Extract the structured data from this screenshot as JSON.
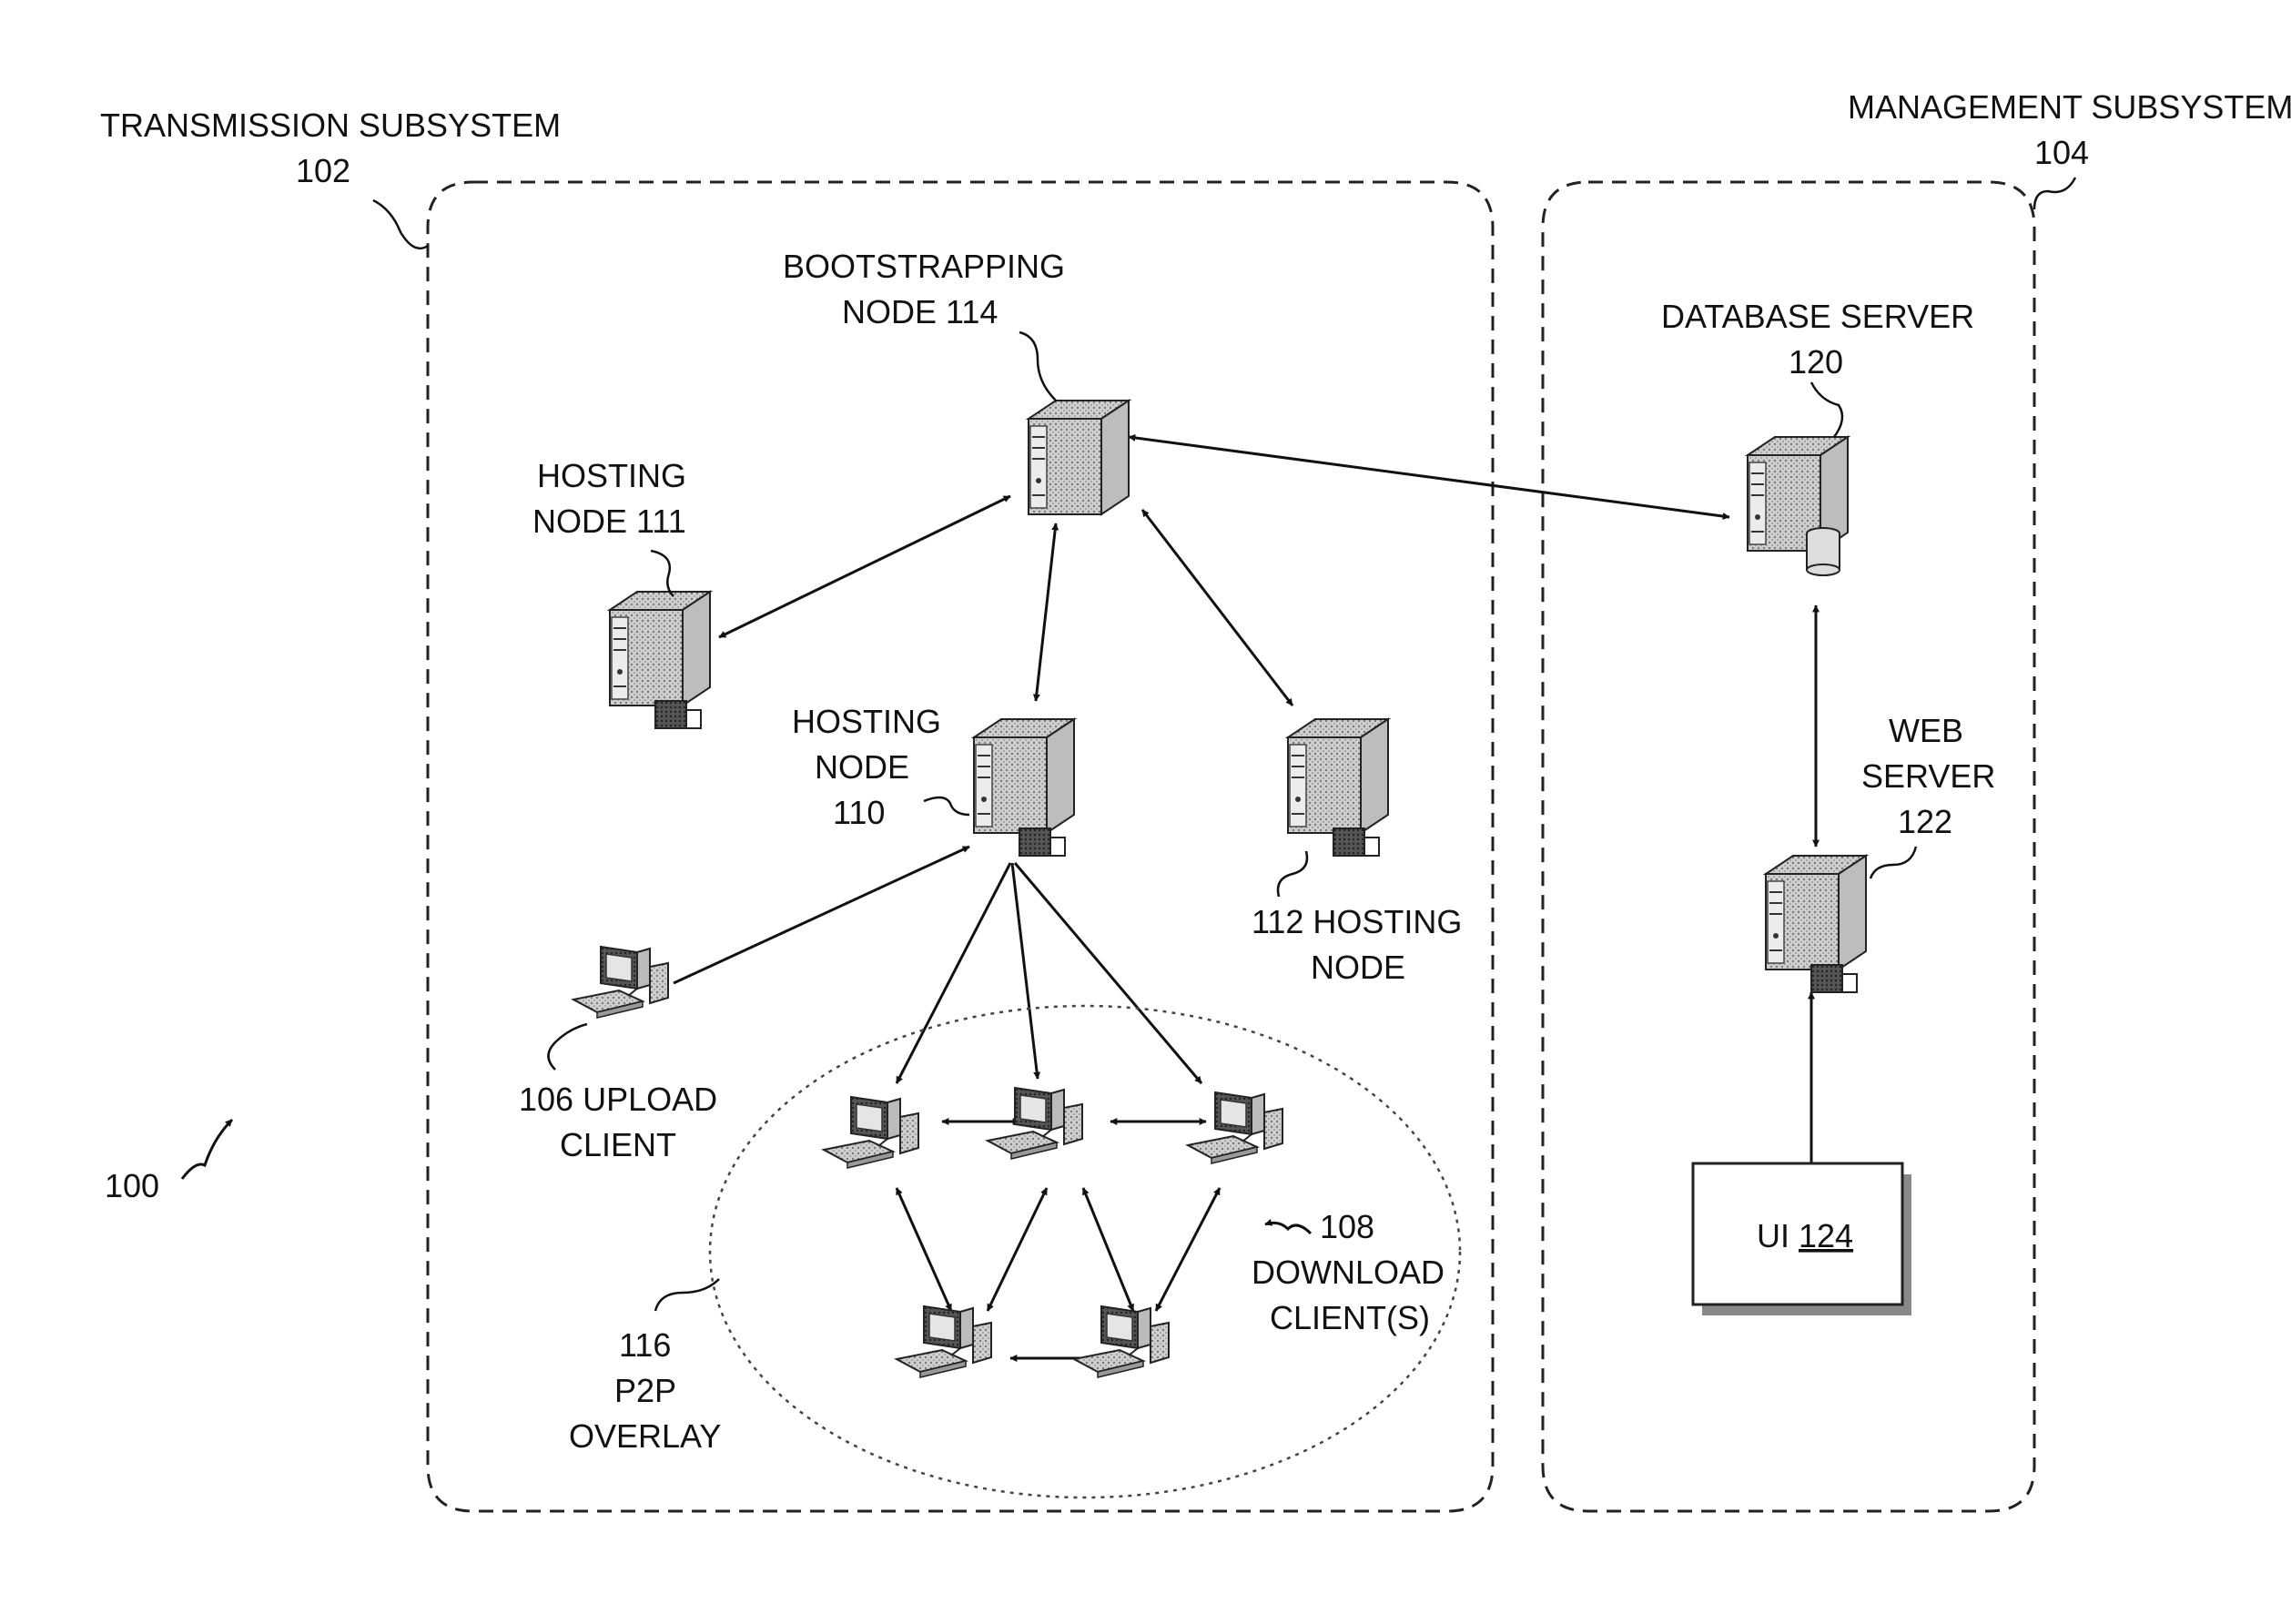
{
  "subsystems": {
    "transmission": {
      "name": "TRANSMISSION SUBSYSTEM",
      "ref": "102"
    },
    "management": {
      "name": "MANAGEMENT SUBSYSTEM",
      "ref": "104"
    }
  },
  "figure_ref": "100",
  "nodes": {
    "bootstrapping": {
      "line1": "BOOTSTRAPPING",
      "line2": "NODE 114"
    },
    "hosting111": {
      "line1": "HOSTING",
      "line2": "NODE 111"
    },
    "hosting110": {
      "line1": "HOSTING",
      "line2": "NODE",
      "line3": "110"
    },
    "hosting112": {
      "line1": "112 HOSTING",
      "line2": "NODE"
    },
    "upload": {
      "line1": "106 UPLOAD",
      "line2": "CLIENT"
    },
    "download": {
      "line1": "108",
      "line2": "DOWNLOAD",
      "line3": "CLIENT(S)"
    },
    "overlay": {
      "line1": "116",
      "line2": "P2P",
      "line3": "OVERLAY"
    },
    "database": {
      "line1": "DATABASE SERVER",
      "line2": "120"
    },
    "web": {
      "line1": "WEB",
      "line2": "SERVER",
      "line3": "122"
    },
    "ui": {
      "label": "UI",
      "ref": "124"
    }
  }
}
